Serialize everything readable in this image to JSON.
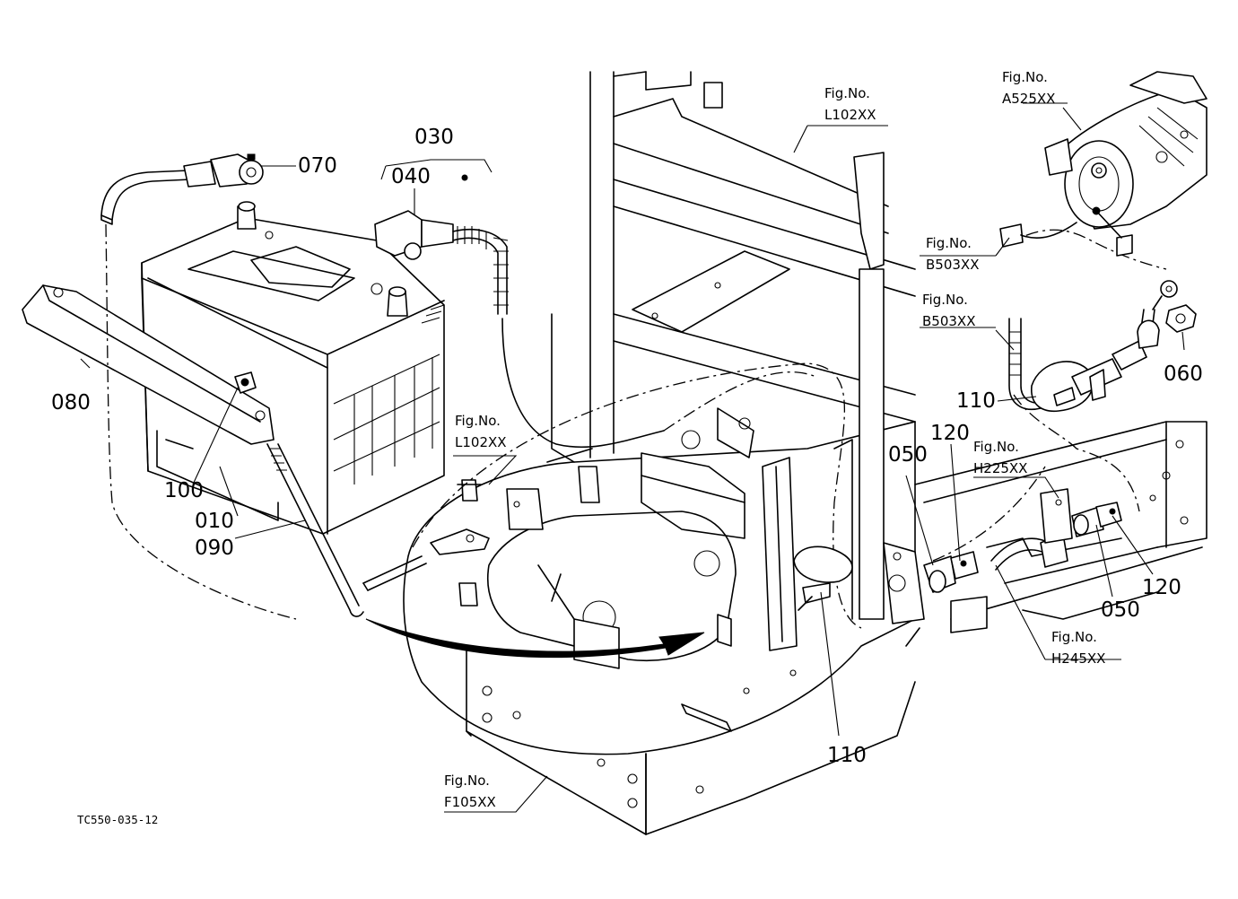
{
  "diagram_code": "TC550-035-12",
  "callouts": {
    "p010": "010",
    "p030": "030",
    "p040": "040",
    "p050a": "050",
    "p050b": "050",
    "p060": "060",
    "p070": "070",
    "p080": "080",
    "p090": "090",
    "p100": "100",
    "p110a": "110",
    "p110b": "110",
    "p120a": "120",
    "p120b": "120"
  },
  "figure_refs": {
    "l102_top": {
      "label": "Fig.No.",
      "code": "L102XX"
    },
    "l102_mid": {
      "label": "Fig.No.",
      "code": "L102XX"
    },
    "a525": {
      "label": "Fig.No.",
      "code": "A525XX"
    },
    "b503_a": {
      "label": "Fig.No.",
      "code": "B503XX"
    },
    "b503_b": {
      "label": "Fig.No.",
      "code": "B503XX"
    },
    "h225": {
      "label": "Fig.No.",
      "code": "H225XX"
    },
    "h245": {
      "label": "Fig.No.",
      "code": "H245XX"
    },
    "f105": {
      "label": "Fig.No.",
      "code": "F105XX"
    }
  }
}
